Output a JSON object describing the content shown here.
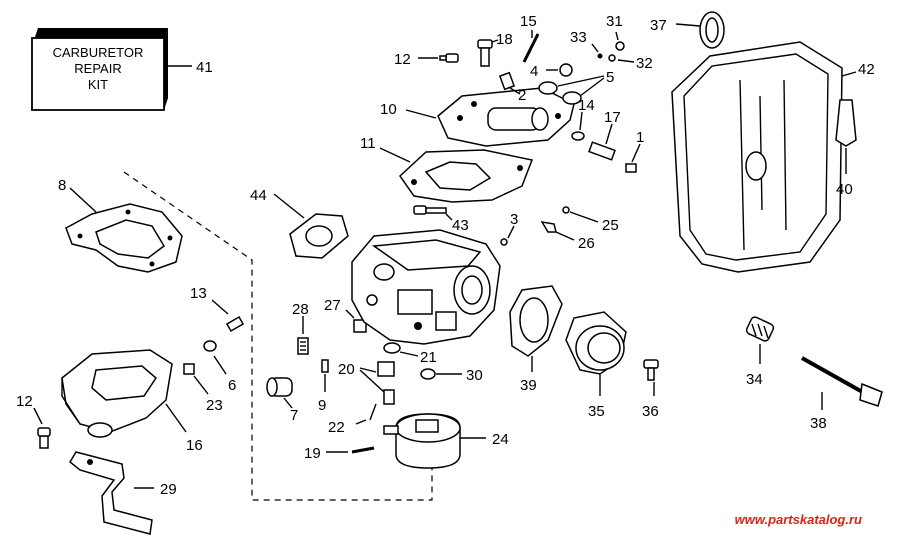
{
  "kit_box": {
    "line1": "CARBURETOR",
    "line2": "REPAIR",
    "line3": "KIT",
    "number": "41"
  },
  "callouts": {
    "c1": "1",
    "c2": "2",
    "c3": "3",
    "c4": "4",
    "c5": "5",
    "c6": "6",
    "c7": "7",
    "c8": "8",
    "c9": "9",
    "c10": "10",
    "c11": "11",
    "c12a": "12",
    "c12b": "12",
    "c13": "13",
    "c14": "14",
    "c15": "15",
    "c16": "16",
    "c17": "17",
    "c18": "18",
    "c19": "19",
    "c20": "20",
    "c21": "21",
    "c22": "22",
    "c23": "23",
    "c24": "24",
    "c25": "25",
    "c26": "26",
    "c27": "27",
    "c28": "28",
    "c29": "29",
    "c30": "30",
    "c31": "31",
    "c32": "32",
    "c33": "33",
    "c34": "34",
    "c35": "35",
    "c36": "36",
    "c37": "37",
    "c38": "38",
    "c39": "39",
    "c40": "40",
    "c42": "42",
    "c43": "43",
    "c44": "44"
  },
  "watermark": "www.partskatalog.ru",
  "colors": {
    "ink": "#000000",
    "paper": "#ffffff",
    "watermark": "#e0201a"
  }
}
